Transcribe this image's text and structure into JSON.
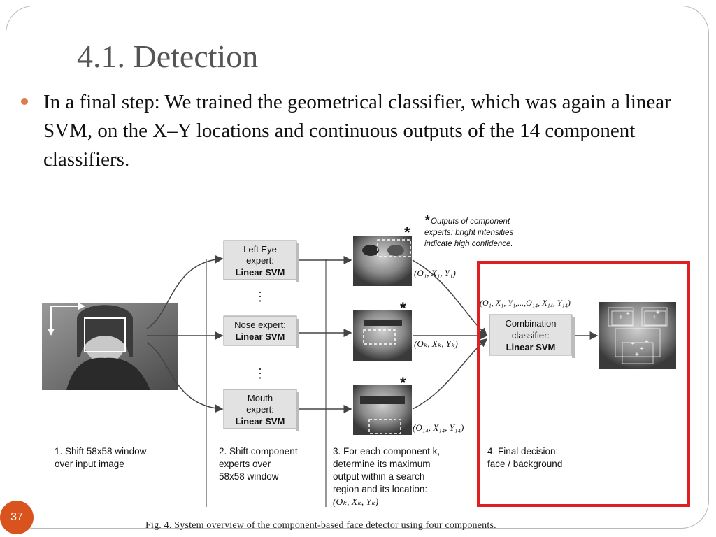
{
  "slide": {
    "title": "4.1. Detection",
    "bullet": "In a final step: We trained the geometrical classifier, which was again a linear SVM, on the X–Y locations and continuous outputs of the 14 component classifiers.",
    "page_number": "37",
    "accent_color": "#d9531e",
    "highlight_color": "#e02020"
  },
  "figure": {
    "experts": [
      {
        "line1": "Left Eye",
        "line2": "expert:",
        "line3": "Linear SVM"
      },
      {
        "line1": "Nose expert:",
        "line2": "",
        "line3": "Linear SVM"
      },
      {
        "line1": "Mouth",
        "line2": "expert:",
        "line3": "Linear SVM"
      }
    ],
    "combination": {
      "line1": "Combination",
      "line2": "classifier:",
      "line3": "Linear SVM"
    },
    "note": {
      "star": "*",
      "line1": "Outputs of component",
      "line2": "experts: bright intensities",
      "line3": "indicate high confidence."
    },
    "stars": [
      "*",
      "*",
      "*"
    ],
    "dots": [
      "⋮",
      "⋮"
    ],
    "outputs": {
      "o1": "(O₁, X₁, Y₁)",
      "ok": "(Oₖ, Xₖ, Yₖ)",
      "o14": "(O₁₄, X₁₄, Y₁₄)",
      "combined": "(O₁, X₁, Y₁,...,O₁₄, X₁₄, Y₁₄)"
    },
    "steps": {
      "s1": [
        "1. Shift 58x58 window",
        "over input image"
      ],
      "s2": [
        "2. Shift component",
        "experts over",
        "58x58 window"
      ],
      "s3": [
        "3. For each component k,",
        "determine its maximum",
        "output  within a search",
        "region and its location:",
        "(Oₖ, Xₖ, Yₖ)"
      ],
      "s4": [
        "4. Final decision:",
        "face / background"
      ]
    },
    "caption": "Fig.  4.  System overview of the component-based face detector using four components."
  }
}
